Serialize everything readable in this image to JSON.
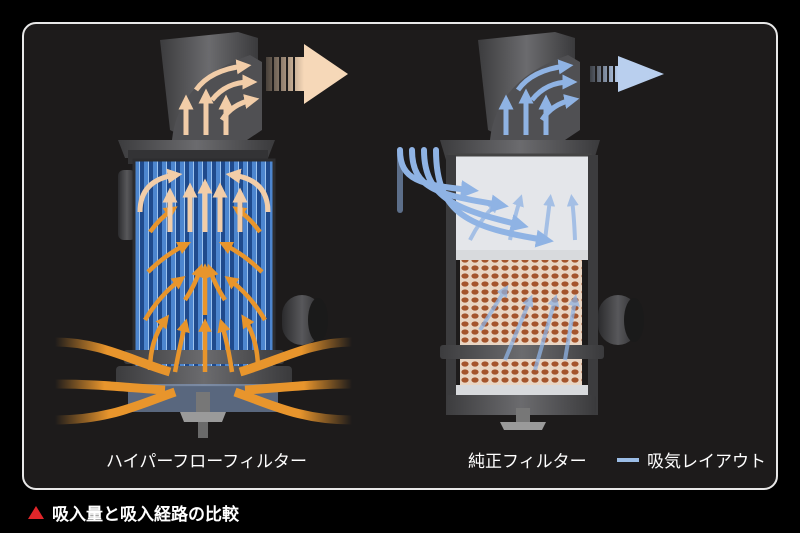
{
  "labels": {
    "left_filter": "ハイパーフローフィルター",
    "right_filter": "純正フィルター",
    "legend": "吸気レイアウト",
    "caption": "吸入量と吸入経路の比較"
  },
  "colors": {
    "orange_flow": "#e8952c",
    "peach_flow": "#f2cda8",
    "blue_flow": "#8fb3e4",
    "legend_line": "#9bbde6",
    "caption_marker": "#e0262a"
  }
}
